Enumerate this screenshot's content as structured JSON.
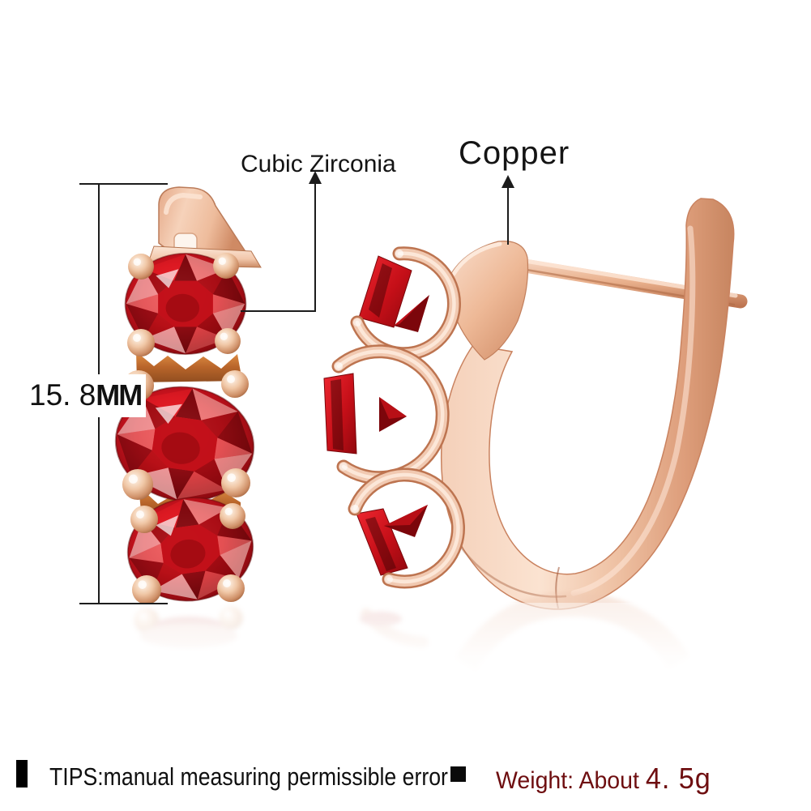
{
  "annotations": {
    "gem_label": "Cubic Zirconia",
    "metal_label": "Copper",
    "size_value": "15. 8",
    "size_unit": "MM"
  },
  "footer": {
    "tips_text": "TIPS:manual measuring permissible error",
    "weight_label": "Weight: About",
    "weight_value": "4. 5g"
  },
  "colors": {
    "annotation_line": "#1c1c1c",
    "weight_text": "#6e0e10",
    "rose_gold": "#e8ab88",
    "rose_gold_deep": "#c3805d",
    "gem_red": "#c91017",
    "gem_red_dark": "#6e0509",
    "background": "#ffffff"
  }
}
